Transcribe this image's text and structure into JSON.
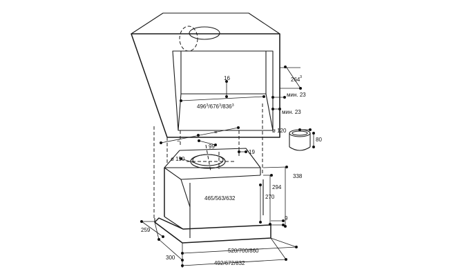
{
  "labels": {
    "cab_depth": "264",
    "cab_depth_sup": "3",
    "shelf_gap": "16",
    "clear_width": "496",
    "clear_width_sup1": "3",
    "clear_width_mid": "/676",
    "clear_width_sup2": "3",
    "clear_width_mid2": "/836",
    "clear_width_sup3": "3",
    "min_gap_1": "мин. 23",
    "min_gap_2": "мин. 23",
    "adapter_diameter": "ø 120",
    "adapter_height": "80",
    "pitch": "=",
    "pitch_2": "=",
    "outlet_offset": "99",
    "outlet_rear": "19",
    "outlet_diameter": "ø 150",
    "top_width": "465/563/632",
    "height_total": "338",
    "height_body": "294",
    "height_lower": "270",
    "lip": "9",
    "side_depth": "259",
    "bottom_depth": "300",
    "outer_width": "520/700/860",
    "inner_width": "492/672/832"
  }
}
